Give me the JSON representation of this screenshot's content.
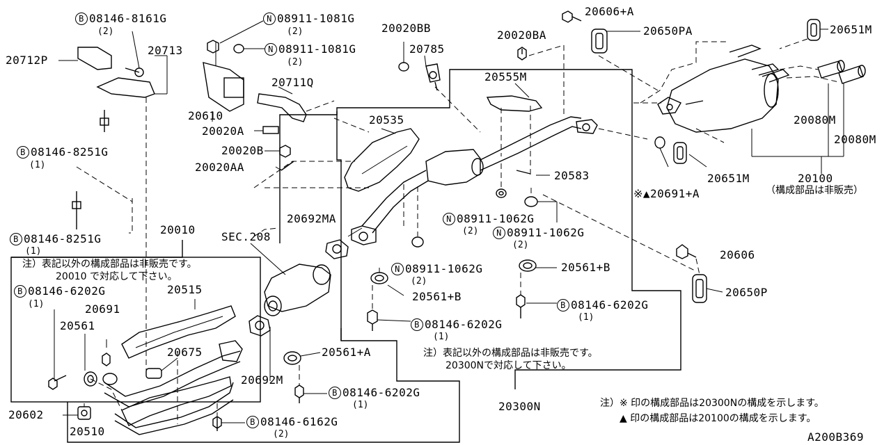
{
  "parts": {
    "p20712P": "20712P",
    "p20713": "20713",
    "p20610": "20610",
    "p20711Q": "20711Q",
    "p20020A": "20020A",
    "p20020B": "20020B",
    "p20020AA": "20020AA",
    "p20020BB": "20020BB",
    "p20785": "20785",
    "p20020BA": "20020BA",
    "p20555M": "20555M",
    "p20535": "20535",
    "p20583": "20583",
    "p20606A": "20606+A",
    "p20650PA": "20650PA",
    "p20651M_top": "20651M",
    "p20080M_1": "20080M",
    "p20080M_2": "20080M",
    "p20651M_mid": "20651M",
    "p20100": "20100",
    "p20691A": "※▲20691+A",
    "p20606": "20606",
    "p20650P": "20650P",
    "p20561B_1": "20561+B",
    "p20561B_2": "20561+B",
    "p20561A": "20561+A",
    "p20692MA": "20692MA",
    "p20692M": "20692M",
    "p20010": "20010",
    "sec208": "SEC.208",
    "p20515": "20515",
    "p20691": "20691",
    "p20561": "20561",
    "p20675": "20675",
    "p20602": "20602",
    "p20510": "20510",
    "p20300N": "20300N",
    "diagram_code": "A200B369"
  },
  "fasteners": {
    "b_8161": {
      "prefix": "B",
      "code": "08146-8161G",
      "qty": "(2)"
    },
    "n_1081_1": {
      "prefix": "N",
      "code": "08911-1081G",
      "qty": "(2)"
    },
    "n_1081_2": {
      "prefix": "N",
      "code": "08911-1081G",
      "qty": "(2)"
    },
    "b_8251_1": {
      "prefix": "B",
      "code": "08146-8251G",
      "qty": "(1)"
    },
    "b_8251_2": {
      "prefix": "B",
      "code": "08146-8251G",
      "qty": "(1)"
    },
    "b_6202_left": {
      "prefix": "B",
      "code": "08146-6202G",
      "qty": "(1)"
    },
    "n_1062_1": {
      "prefix": "N",
      "code": "08911-1062G",
      "qty": "(2)"
    },
    "n_1062_2": {
      "prefix": "N",
      "code": "08911-1062G",
      "qty": "(2)"
    },
    "n_1062_3": {
      "prefix": "N",
      "code": "08911-1062G",
      "qty": "(2)"
    },
    "b_6202_mid": {
      "prefix": "B",
      "code": "08146-6202G",
      "qty": "(1)"
    },
    "b_6202_right": {
      "prefix": "B",
      "code": "08146-6202G",
      "qty": "(1)"
    },
    "b_6202_low": {
      "prefix": "B",
      "code": "08146-6202G",
      "qty": "(1)"
    },
    "b_6162": {
      "prefix": "B",
      "code": "08146-6162G",
      "qty": "(2)"
    }
  },
  "notes": {
    "p20100_note": "（構成部品は非販売）",
    "left_note_1": "注）表記以外の構成部品は非販売です。",
    "left_note_2": "20010 で対応して下さい。",
    "mid_note_1": "注）表記以外の構成部品は非販売です。",
    "mid_note_2": "20300Nで対応して下さい。",
    "footer_1": "注）※ 印の構成部品は20300Nの構成を示します。",
    "footer_2": "▲ 印の構成部品は20100の構成を示します。"
  }
}
